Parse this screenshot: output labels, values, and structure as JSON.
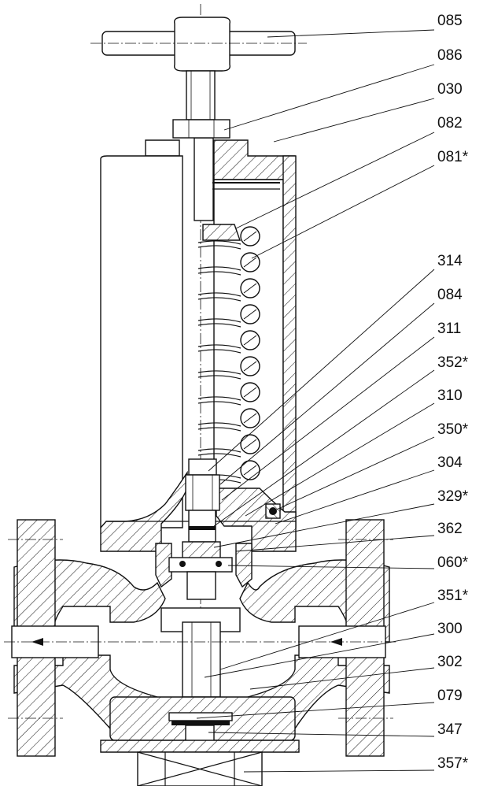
{
  "labels": [
    {
      "id": "085",
      "text": "085"
    },
    {
      "id": "086",
      "text": "086"
    },
    {
      "id": "030",
      "text": "030"
    },
    {
      "id": "082",
      "text": "082"
    },
    {
      "id": "081",
      "text": "081*"
    },
    {
      "id": "314",
      "text": "314"
    },
    {
      "id": "084",
      "text": "084"
    },
    {
      "id": "311",
      "text": "311"
    },
    {
      "id": "352",
      "text": "352*"
    },
    {
      "id": "310",
      "text": "310"
    },
    {
      "id": "350",
      "text": "350*"
    },
    {
      "id": "304",
      "text": "304"
    },
    {
      "id": "329",
      "text": "329*"
    },
    {
      "id": "362",
      "text": "362"
    },
    {
      "id": "060",
      "text": "060*"
    },
    {
      "id": "351",
      "text": "351*"
    },
    {
      "id": "300",
      "text": "300"
    },
    {
      "id": "302",
      "text": "302"
    },
    {
      "id": "079",
      "text": "079"
    },
    {
      "id": "347",
      "text": "347"
    },
    {
      "id": "357",
      "text": "357*"
    }
  ]
}
